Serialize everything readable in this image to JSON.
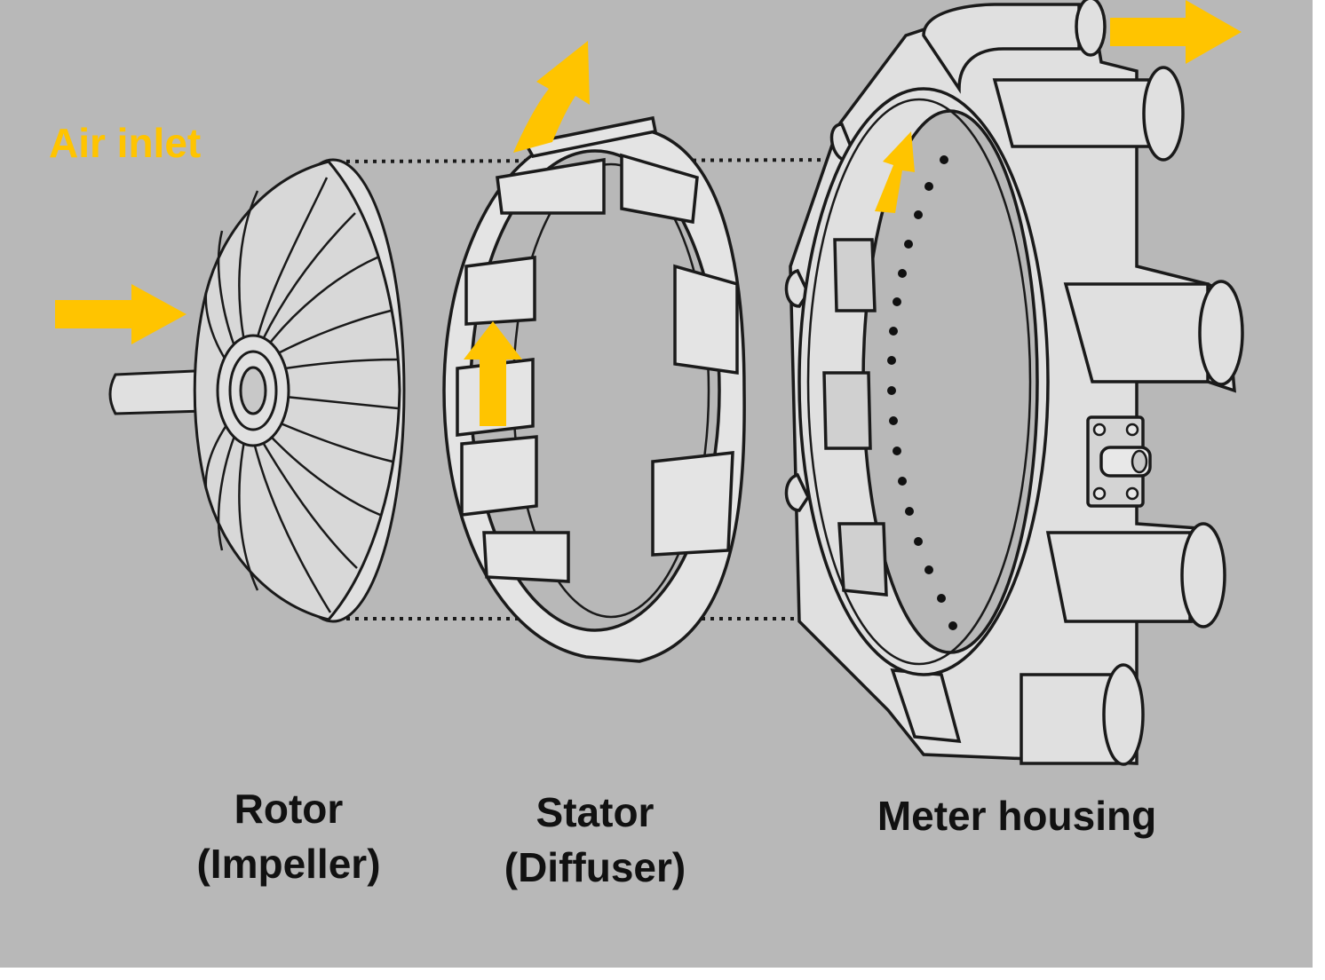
{
  "labels": {
    "air_inlet": "Air inlet",
    "rotor": "Rotor",
    "rotor_sub": "(Impeller)",
    "stator": "Stator",
    "stator_sub": "(Diffuser)",
    "housing": "Meter housing"
  },
  "colors": {
    "background": "#b8b8b8",
    "arrow": "#ffc400",
    "line": "#1a1a1a",
    "part_fill": "#e0e0e0"
  }
}
